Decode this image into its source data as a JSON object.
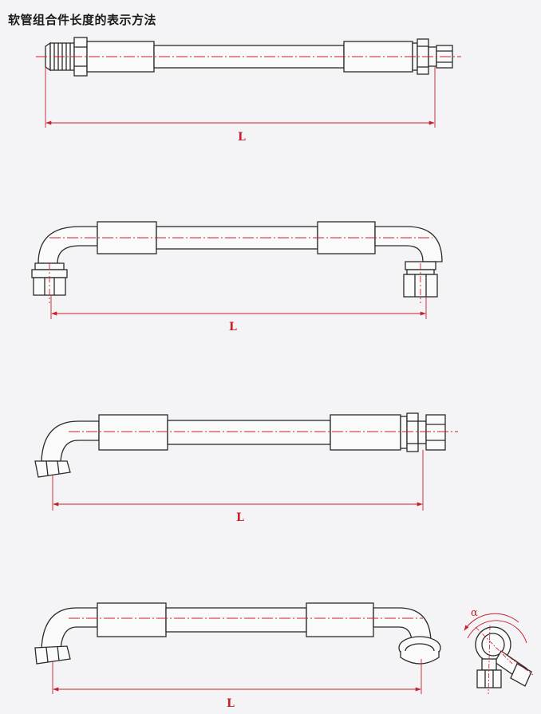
{
  "title": "软管组合件长度的表示方法",
  "colors": {
    "dimension": "#c8202a",
    "outline": "#2a2a2a",
    "fill": "#fafafa",
    "background": "#f4f4f6"
  },
  "assemblies": [
    {
      "name": "straight-straight",
      "dimension_label": "L"
    },
    {
      "name": "elbow90-elbow90",
      "dimension_label": "L"
    },
    {
      "name": "elbow90-straight",
      "dimension_label": "L"
    },
    {
      "name": "elbow90-elbow90-rotated",
      "dimension_label": "L"
    }
  ],
  "angle_detail": {
    "label": "α"
  }
}
